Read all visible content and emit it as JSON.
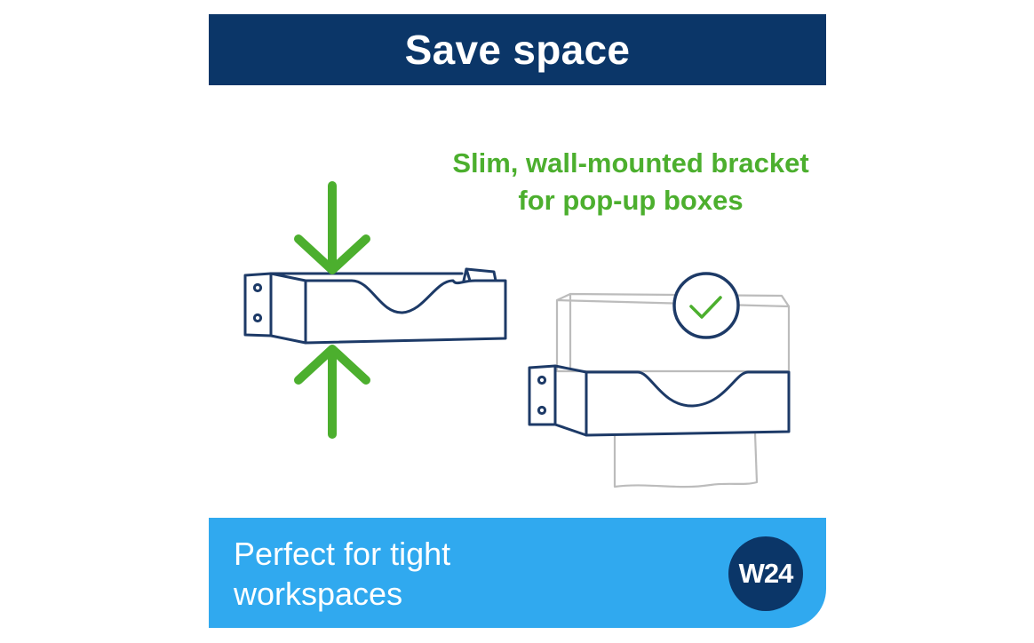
{
  "header": {
    "title": "Save space"
  },
  "feature": {
    "line1": "Slim, wall-mounted bracket",
    "line2": "for pop-up boxes"
  },
  "footer": {
    "line1": "Perfect for tight",
    "line2": "workspaces",
    "badge": "W24"
  },
  "colors": {
    "navy": "#0b3668",
    "green": "#4caf2e",
    "light_blue": "#30a9ef",
    "outline": "#1d3a67",
    "grey": "#bcbcbc"
  },
  "icons": [
    "arrow-down-icon",
    "arrow-up-icon",
    "checkmark-icon"
  ]
}
